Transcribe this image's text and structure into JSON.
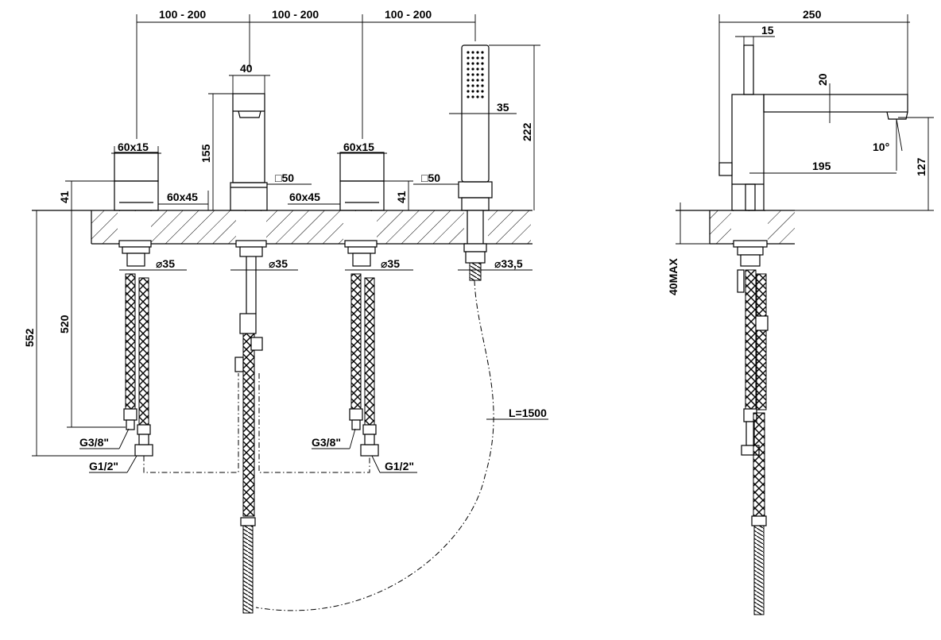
{
  "labels": {
    "top_spacing_1": "100 - 200",
    "top_spacing_2": "100 - 200",
    "top_spacing_3": "100 - 200",
    "spout_width": "40",
    "spout_height": "155",
    "spout_base": "□50",
    "left_handle_top": "60x15",
    "left_deck_height": "41",
    "left_deck_width": "60x45",
    "right_handle_top": "60x15",
    "right_deck_width": "60x45",
    "right_deck_height": "41",
    "shower_width": "35",
    "shower_height": "222",
    "shower_base": "□50",
    "dia_1": "⌀35",
    "dia_2": "⌀35",
    "dia_3": "⌀35",
    "dia_4": "⌀33,5",
    "total_depth": "552",
    "hose_depth": "520",
    "thread_g38_left": "G3/8\"",
    "thread_g12_left": "G1/2\"",
    "thread_g38_right": "G3/8\"",
    "thread_g12_right": "G1/2\"",
    "hose_length": "L=1500",
    "side_width": "250",
    "side_pin": "15",
    "side_spout_thickness": "20",
    "side_angle": "10°",
    "side_reach": "195",
    "side_height": "127",
    "side_deck_max": "40MAX"
  }
}
